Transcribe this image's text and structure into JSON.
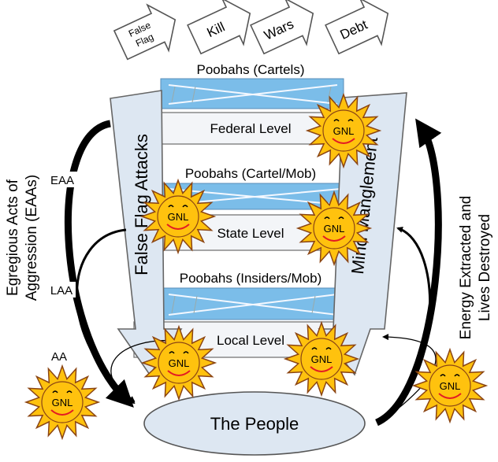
{
  "top_arrows": [
    "False\nFlag",
    "Kill",
    "Wars",
    "Debt"
  ],
  "tiers": [
    {
      "poobahs": "Poobahs (Cartels)",
      "level": "Federal Level"
    },
    {
      "poobahs": "Poobahs (Cartel/Mob)",
      "level": "State Level"
    },
    {
      "poobahs": "Poobahs (Insiders/Mob)",
      "level": "Local Level"
    }
  ],
  "left_column": "False Flag Attacks",
  "right_column": "Mind Manglement",
  "left_side_text": [
    "Egregious Acts of",
    "Aggression (EAAs)"
  ],
  "right_side_text": [
    "Energy Extracted and",
    "Lives Destroyed"
  ],
  "aggression_labels": [
    "EAA",
    "LAA",
    "AA"
  ],
  "people": "The People",
  "sun_label": "GNL",
  "colors": {
    "band_blue": "#7bbde9",
    "column_fill": "#dde7f2",
    "people_fill": "#dde7f2",
    "sun_yellow": "#ffc20e",
    "sun_stroke": "#8b4513",
    "smile": "#e31b23"
  }
}
